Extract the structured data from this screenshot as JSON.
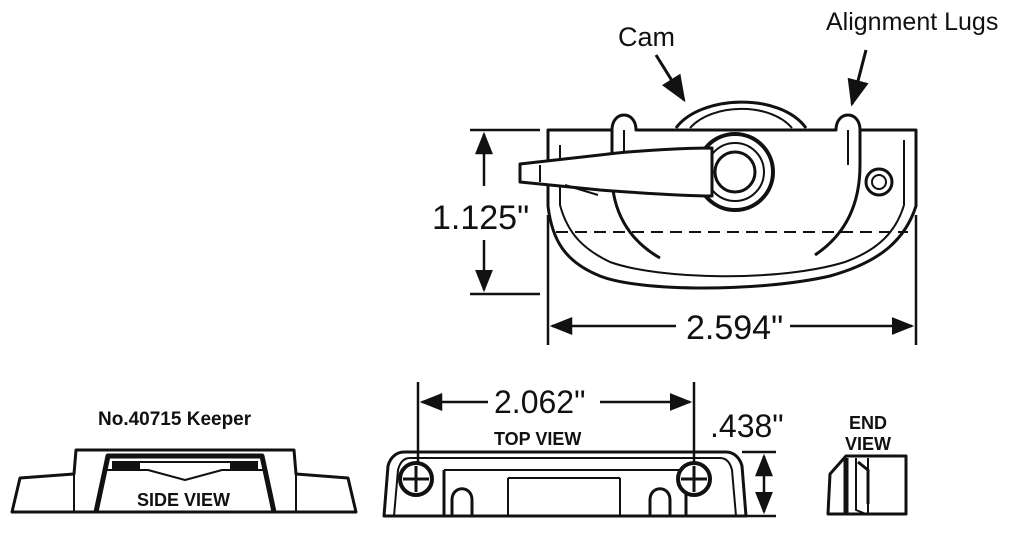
{
  "labels": {
    "cam": "Cam",
    "alignment_lugs": "Alignment Lugs",
    "lock_height": "1.125\"",
    "lock_width": "2.594\"",
    "keeper_title": "No.40715 Keeper",
    "side_view": "SIDE VIEW",
    "top_view": "TOP VIEW",
    "keeper_width": "2.062\"",
    "keeper_height": ".438\"",
    "end_view_line1": "END",
    "end_view_line2": "VIEW"
  },
  "colors": {
    "ink": "#111111",
    "paper": "#ffffff"
  }
}
